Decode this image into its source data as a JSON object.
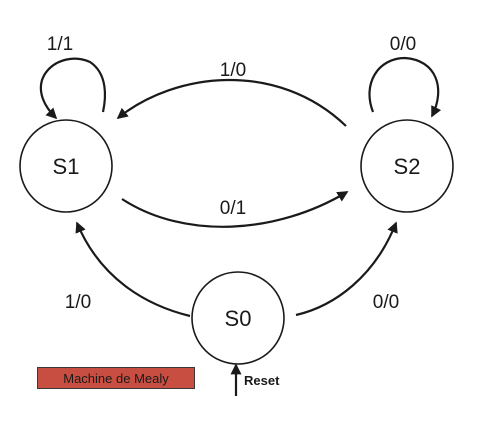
{
  "states": {
    "s0": "S0",
    "s1": "S1",
    "s2": "S2"
  },
  "transitions": {
    "s1_self": "1/1",
    "s2_self": "0/0",
    "s2_to_s1": "1/0",
    "s1_to_s2": "0/1",
    "s0_to_s1": "1/0",
    "s0_to_s2": "0/0"
  },
  "reset_label": "Reset",
  "machine_badge": "Machine de Mealy",
  "colors": {
    "badge_fill": "#c94e42",
    "stroke": "#1a1a1a"
  }
}
